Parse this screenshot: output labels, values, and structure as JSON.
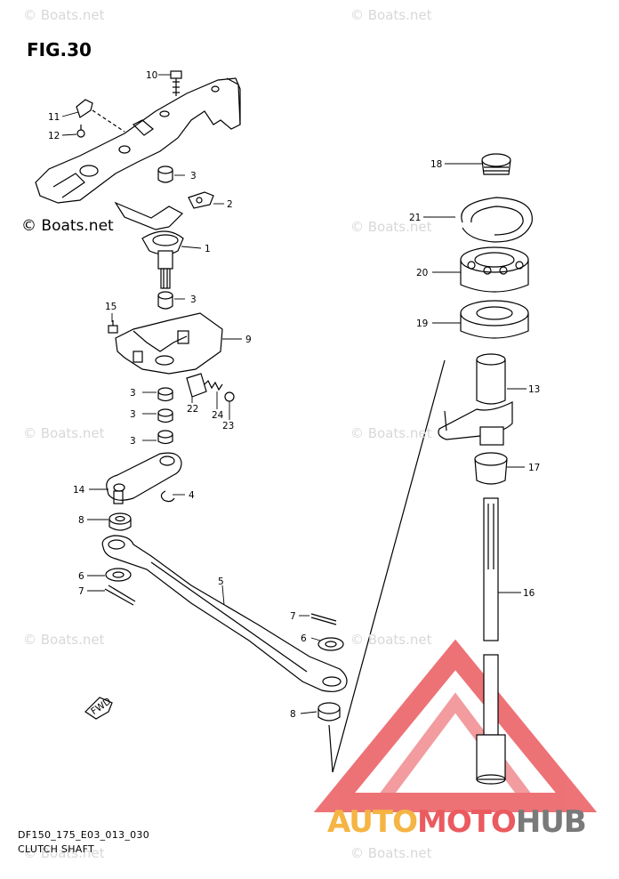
{
  "figure": {
    "title": "FIG.30",
    "code": "DF150_175_E03_013_030",
    "name": "CLUTCH SHAFT"
  },
  "watermark": {
    "text": "© Boats.net",
    "color": "#d8d8d8"
  },
  "brand": {
    "part1": "AUTO",
    "part2": "MOTO",
    "part3": "HUB",
    "colors": {
      "auto": "#f5b443",
      "moto": "#ea5a5f",
      "hub": "#7a7a7a",
      "triangle": "#ea5a5f"
    }
  },
  "fwd_label": "FWD",
  "part_labels": [
    "10",
    "11",
    "12",
    "3",
    "2",
    "1",
    "3",
    "15",
    "9",
    "3",
    "22",
    "3",
    "24",
    "23",
    "3",
    "14",
    "4",
    "8",
    "6",
    "7",
    "5",
    "7",
    "6",
    "8",
    "18",
    "21",
    "20",
    "19",
    "13",
    "17",
    "16"
  ]
}
